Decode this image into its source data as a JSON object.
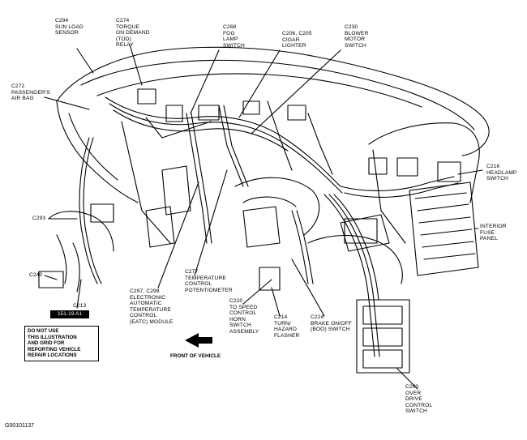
{
  "labels": {
    "c294": "C294\nSUN LOAD\nSENSOR",
    "c274": "C274\nTORQUE\nON DEMAND\n(TOD)\nRELAY",
    "c268": "C268\nFOG\nLAMP\nSWITCH",
    "c206": "C206, C205\nCIGAR\nLIGHTER",
    "c230": "C230\nBLOWER\nMOTOR\nSWITCH",
    "c272": "C272\nPASSENGER'S\nAIR BAG",
    "c216": "C216\nHEADLAMP\nSWITCH",
    "c293": "C293",
    "interior_fuse": "INTERIOR\nFUSE\nPANEL",
    "c240": "C240",
    "c277": "C277\nTEMPERATURE\nCONTROL\nPOTENTIOMETER",
    "c297": "C297, C298\nELECTRONIC\nAUTOMATIC\nTEMPERATURE\nCONTROL\n(EATC) MODULE",
    "c220": "C220\nTO SPEED\nCONTROL\nHORN\nSWITCH\nASSEMBLY",
    "c213": "C213",
    "c214": "C214\nTURN/\nHAZARD\nFLASHER",
    "c224": "C224\nBRAKE ON/OFF\n(BOO) SWITCH",
    "c290": "C290\nOVER\nDRIVE\nCONTROL\nSWITCH"
  },
  "badge": "151-19 A1",
  "notice": "DO NOT USE\nTHIS ILLUSTRATION\nAND GRID FOR\nREPORTING VEHICLE\nREPAIR LOCATIONS",
  "front_label": "FRONT OF VEHICLE",
  "figure_code": "G00101137"
}
